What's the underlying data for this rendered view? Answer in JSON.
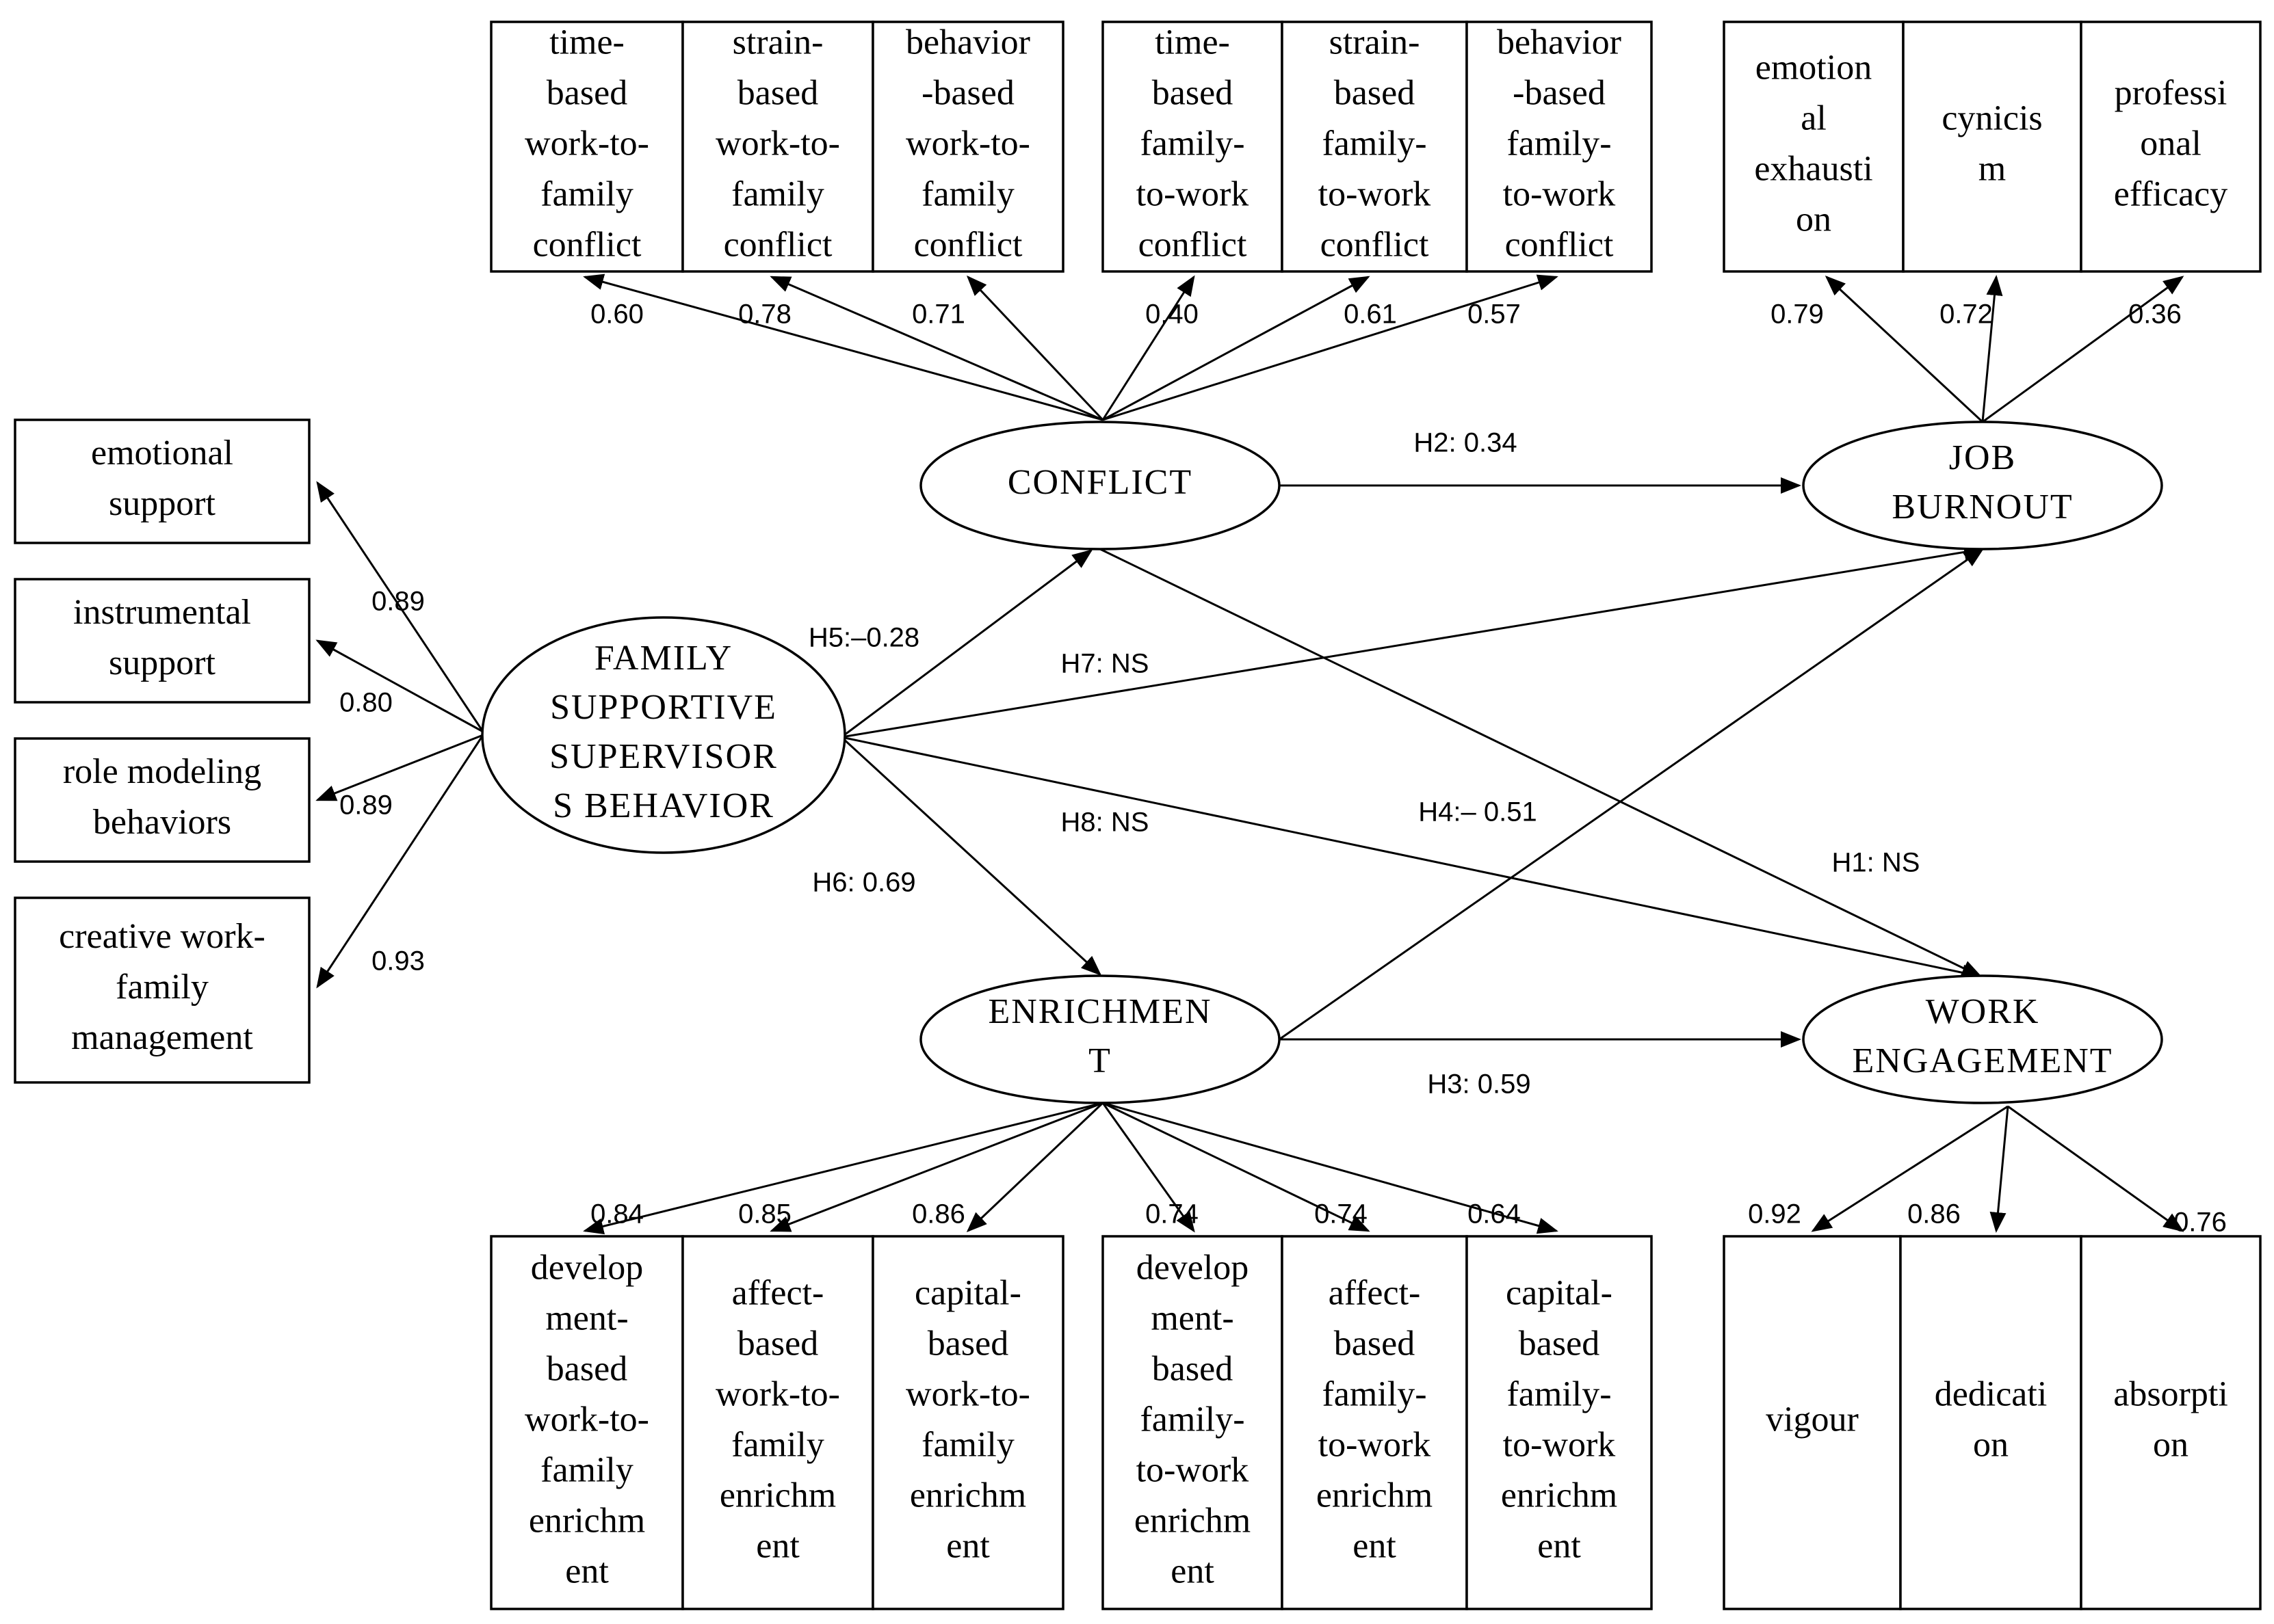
{
  "colors": {
    "stroke": "#000000",
    "background": "#ffffff"
  },
  "latents": [
    {
      "id": "conflict",
      "lines": [
        "CONFLICT"
      ]
    },
    {
      "id": "burnout",
      "lines": [
        "JOB",
        "BURNOUT"
      ]
    },
    {
      "id": "fssb",
      "lines": [
        "FAMILY",
        "SUPPORTIVE",
        "SUPERVISOR",
        "S BEHAVIOR"
      ]
    },
    {
      "id": "enrichment",
      "lines": [
        "ENRICHMEN",
        "T"
      ]
    },
    {
      "id": "engagement",
      "lines": [
        "WORK",
        "ENGAGEMENT"
      ]
    }
  ],
  "indicators": [
    {
      "id": "c1",
      "lines": [
        "time-",
        "based",
        "work-to-",
        "family",
        "conflict"
      ]
    },
    {
      "id": "c2",
      "lines": [
        "strain-",
        "based",
        "work-to-",
        "family",
        "conflict"
      ]
    },
    {
      "id": "c3",
      "lines": [
        "behavior",
        "-based",
        "work-to-",
        "family",
        "conflict"
      ]
    },
    {
      "id": "c4",
      "lines": [
        "time-",
        "based",
        "family-",
        "to-work",
        "conflict"
      ]
    },
    {
      "id": "c5",
      "lines": [
        "strain-",
        "based",
        "family-",
        "to-work",
        "conflict"
      ]
    },
    {
      "id": "c6",
      "lines": [
        "behavior",
        "-based",
        "family-",
        "to-work",
        "conflict"
      ]
    },
    {
      "id": "b1",
      "lines": [
        "emotion",
        "al",
        "exhausti",
        "on"
      ]
    },
    {
      "id": "b2",
      "lines": [
        "cynicis",
        "m"
      ]
    },
    {
      "id": "b3",
      "lines": [
        "professi",
        "onal",
        "efficacy"
      ]
    },
    {
      "id": "s1",
      "lines": [
        "emotional",
        "support"
      ]
    },
    {
      "id": "s2",
      "lines": [
        "instrumental",
        "support"
      ]
    },
    {
      "id": "s3",
      "lines": [
        "role modeling",
        "behaviors"
      ]
    },
    {
      "id": "s4",
      "lines": [
        "creative work-",
        "family",
        "management"
      ]
    },
    {
      "id": "e1",
      "lines": [
        "develop",
        "ment-",
        "based",
        "work-to-",
        "family",
        "enrichm",
        "ent"
      ]
    },
    {
      "id": "e2",
      "lines": [
        "affect-",
        "based",
        "work-to-",
        "family",
        "enrichm",
        "ent"
      ]
    },
    {
      "id": "e3",
      "lines": [
        "capital-",
        "based",
        "work-to-",
        "family",
        "enrichm",
        "ent"
      ]
    },
    {
      "id": "e4",
      "lines": [
        "develop",
        "ment-",
        "based",
        "family-",
        "to-work",
        "enrichm",
        "ent"
      ]
    },
    {
      "id": "e5",
      "lines": [
        "affect-",
        "based",
        "family-",
        "to-work",
        "enrichm",
        "ent"
      ]
    },
    {
      "id": "e6",
      "lines": [
        "capital-",
        "based",
        "family-",
        "to-work",
        "enrichm",
        "ent"
      ]
    },
    {
      "id": "w1",
      "lines": [
        "vigour"
      ]
    },
    {
      "id": "w2",
      "lines": [
        "dedicati",
        "on"
      ]
    },
    {
      "id": "w3",
      "lines": [
        "absorpti",
        "on"
      ]
    }
  ],
  "loadings": [
    {
      "from": "conflict",
      "to": "c1",
      "label": "0.60"
    },
    {
      "from": "conflict",
      "to": "c2",
      "label": "0.78"
    },
    {
      "from": "conflict",
      "to": "c3",
      "label": "0.71"
    },
    {
      "from": "conflict",
      "to": "c4",
      "label": "0.40"
    },
    {
      "from": "conflict",
      "to": "c5",
      "label": "0.61"
    },
    {
      "from": "conflict",
      "to": "c6",
      "label": "0.57"
    },
    {
      "from": "burnout",
      "to": "b1",
      "label": "0.79"
    },
    {
      "from": "burnout",
      "to": "b2",
      "label": "0.72"
    },
    {
      "from": "burnout",
      "to": "b3",
      "label": "0.36"
    },
    {
      "from": "fssb",
      "to": "s1",
      "label": "0.89"
    },
    {
      "from": "fssb",
      "to": "s2",
      "label": "0.80"
    },
    {
      "from": "fssb",
      "to": "s3",
      "label": "0.89"
    },
    {
      "from": "fssb",
      "to": "s4",
      "label": "0.93"
    },
    {
      "from": "enrichment",
      "to": "e1",
      "label": "0.84"
    },
    {
      "from": "enrichment",
      "to": "e2",
      "label": "0.85"
    },
    {
      "from": "enrichment",
      "to": "e3",
      "label": "0.86"
    },
    {
      "from": "enrichment",
      "to": "e4",
      "label": "0.74"
    },
    {
      "from": "enrichment",
      "to": "e5",
      "label": "0.74"
    },
    {
      "from": "enrichment",
      "to": "e6",
      "label": "0.64"
    },
    {
      "from": "engagement",
      "to": "w1",
      "label": "0.92"
    },
    {
      "from": "engagement",
      "to": "w2",
      "label": "0.86"
    },
    {
      "from": "engagement",
      "to": "w3",
      "label": "0.76"
    }
  ],
  "paths": [
    {
      "id": "h1",
      "from": "conflict",
      "to": "engagement",
      "label": "H1: NS"
    },
    {
      "id": "h2",
      "from": "conflict",
      "to": "burnout",
      "label": "H2: 0.34"
    },
    {
      "id": "h3",
      "from": "enrichment",
      "to": "engagement",
      "label": "H3: 0.59"
    },
    {
      "id": "h4",
      "from": "enrichment",
      "to": "burnout",
      "label": "H4:– 0.51"
    },
    {
      "id": "h5",
      "from": "fssb",
      "to": "conflict",
      "label": "H5:–0.28"
    },
    {
      "id": "h6",
      "from": "fssb",
      "to": "enrichment",
      "label": "H6: 0.69"
    },
    {
      "id": "h7",
      "from": "fssb",
      "to": "burnout",
      "label": "H7: NS"
    },
    {
      "id": "h8",
      "from": "fssb",
      "to": "engagement",
      "label": "H8: NS"
    }
  ]
}
